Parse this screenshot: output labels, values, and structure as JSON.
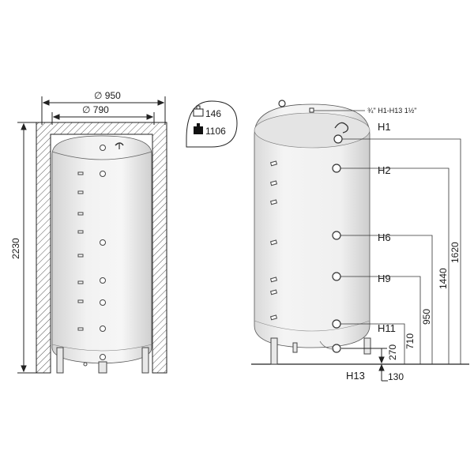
{
  "front_view": {
    "outer_diameter_label": "∅ 950",
    "inner_diameter_label": "∅ 790",
    "height_label": "2230"
  },
  "weights": {
    "empty_weight": "146",
    "full_weight": "1106"
  },
  "side_view": {
    "thread_spec": "¾\"  H1-H13 1½\"",
    "connections": [
      "H1",
      "H2",
      "H6",
      "H9",
      "H11",
      "H13"
    ],
    "heights": [
      "1620",
      "1440",
      "950",
      "710",
      "270"
    ],
    "base_offset": "130"
  }
}
